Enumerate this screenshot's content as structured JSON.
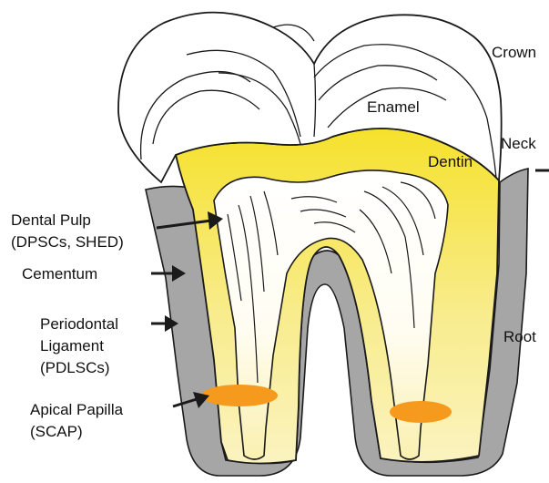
{
  "labels": {
    "crown": "Crown",
    "enamel": "Enamel",
    "neck": "Neck",
    "dentin": "Dentin",
    "dental_pulp_line1": "Dental Pulp",
    "dental_pulp_line2": "(DPSCs, SHED)",
    "cementum": "Cementum",
    "periodontal_line1": "Periodontal",
    "periodontal_line2": "Ligament",
    "periodontal_line3": "(PDLSCs)",
    "root": "Root",
    "apical_line1": "Apical Papilla",
    "apical_line2": "(SCAP)"
  },
  "colors": {
    "dentin_yellow": "#f6e12c",
    "cementum_gray": "#a6a6a6",
    "papilla_orange": "#f59a1c",
    "outline": "#1a1a1a"
  }
}
